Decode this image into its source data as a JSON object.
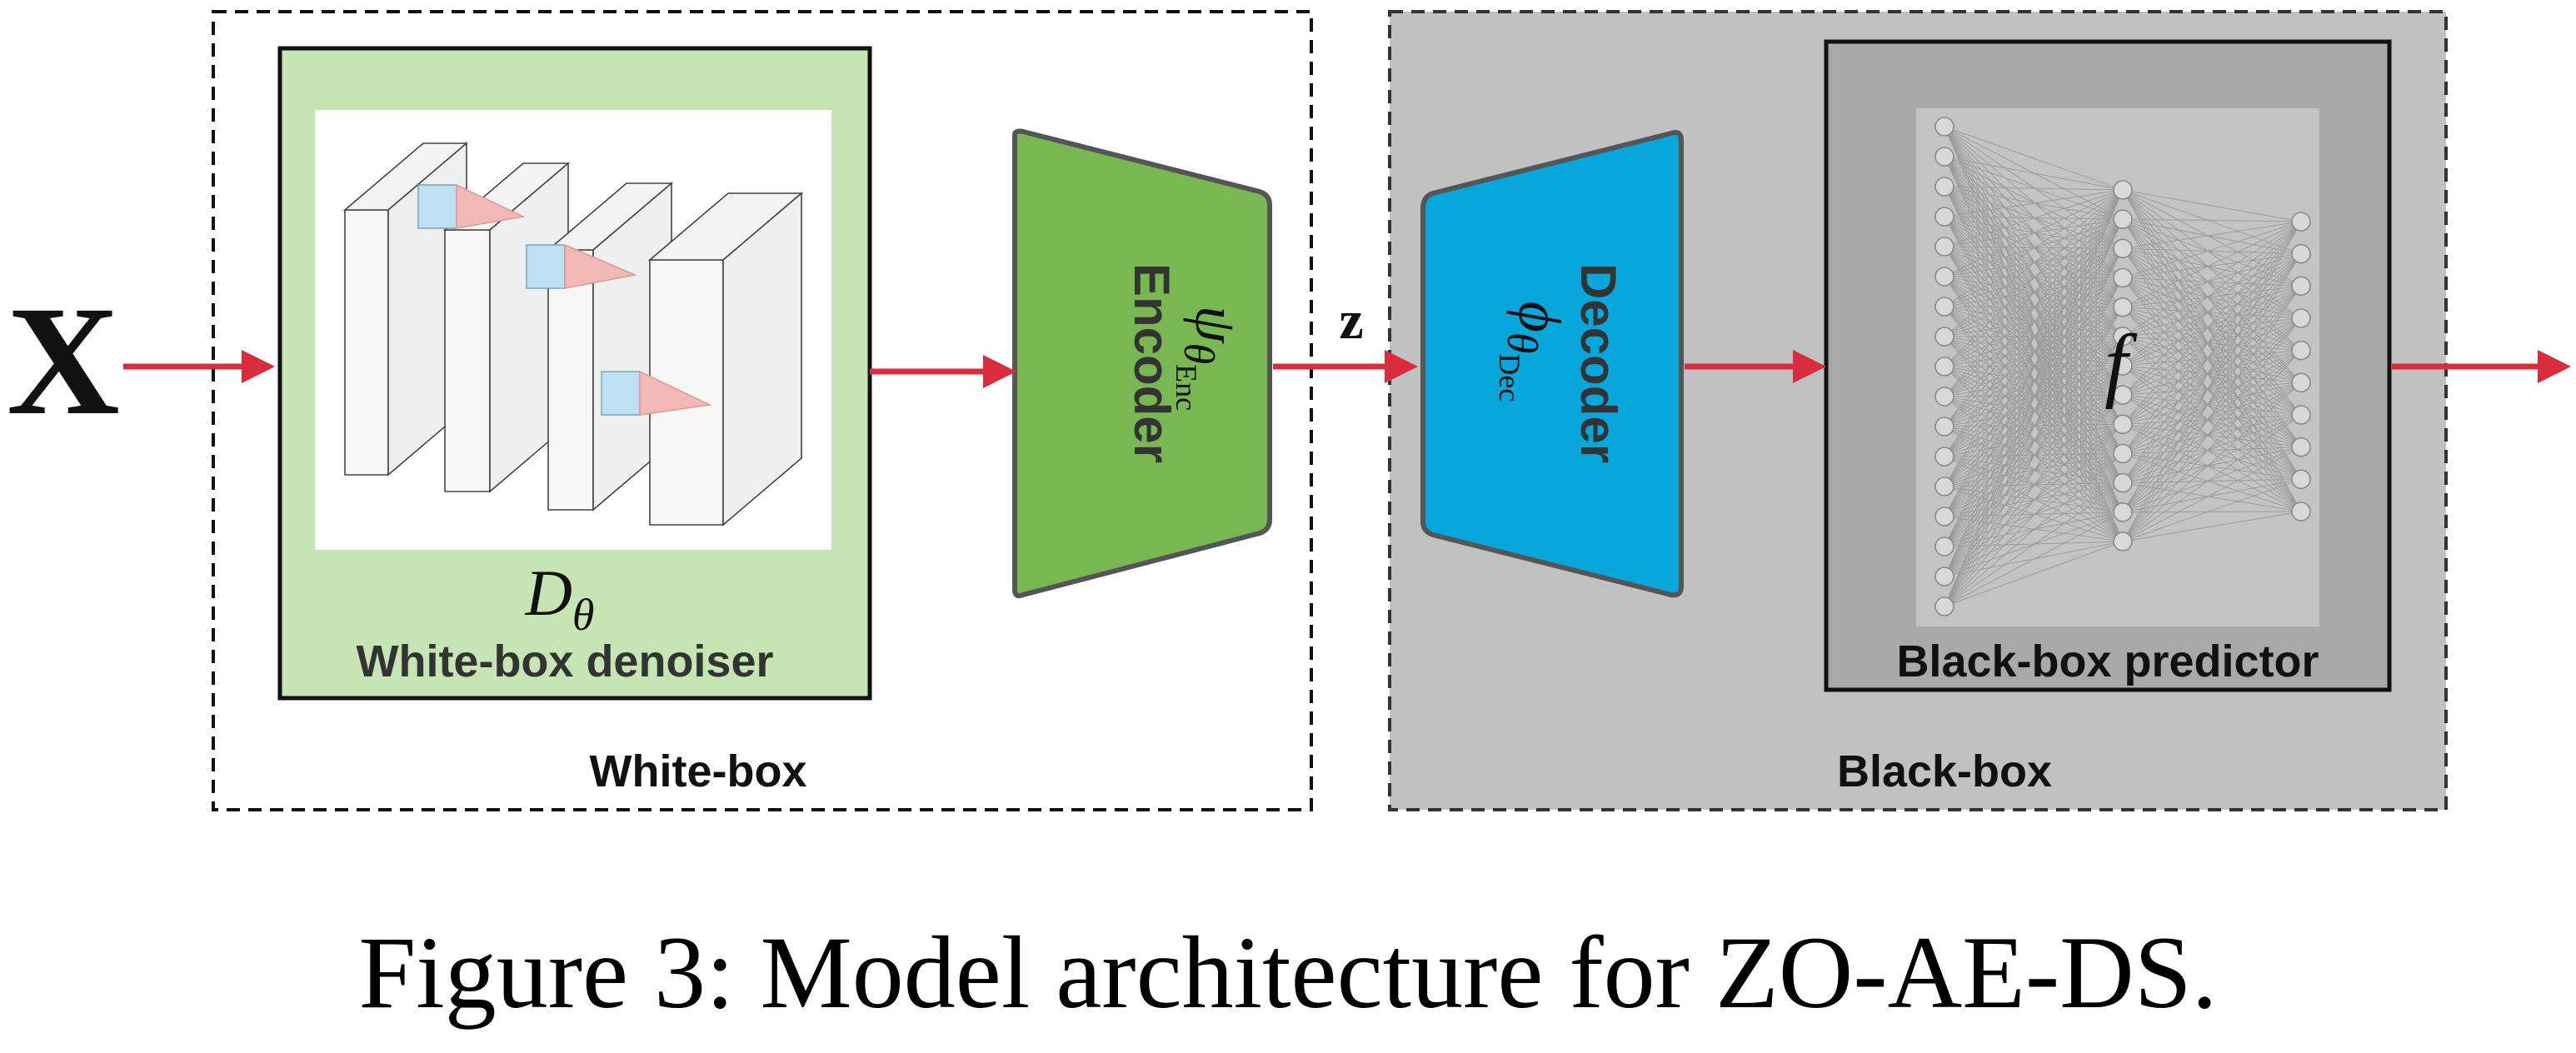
{
  "input_label": "X",
  "latent_label": "z",
  "caption": "Figure 3: Model architecture for ZO-AE-DS.",
  "white_box": {
    "group_label": "White-box",
    "denoiser": {
      "symbol_base": "D",
      "symbol_sub": "θ",
      "label": "White-box denoiser"
    },
    "encoder": {
      "name": "Encoder",
      "symbol_base": "ψ",
      "symbol_sub": "θ",
      "symbol_subsub": "Enc"
    }
  },
  "black_box": {
    "group_label": "Black-box",
    "decoder": {
      "name": "Decoder",
      "symbol_base": "ϕ",
      "symbol_sub": "θ",
      "symbol_subsub": "Dec"
    },
    "predictor": {
      "symbol": "f",
      "label": "Black-box predictor"
    }
  },
  "colors": {
    "arrow": "#d92d3e",
    "denoiser_fill": "#c5e6b4",
    "encoder_fill": "#79b752",
    "decoder_fill": "#07a6db",
    "blackbox_bg": "#c1c1c1",
    "predictor_bg": "#a9a9a9"
  }
}
